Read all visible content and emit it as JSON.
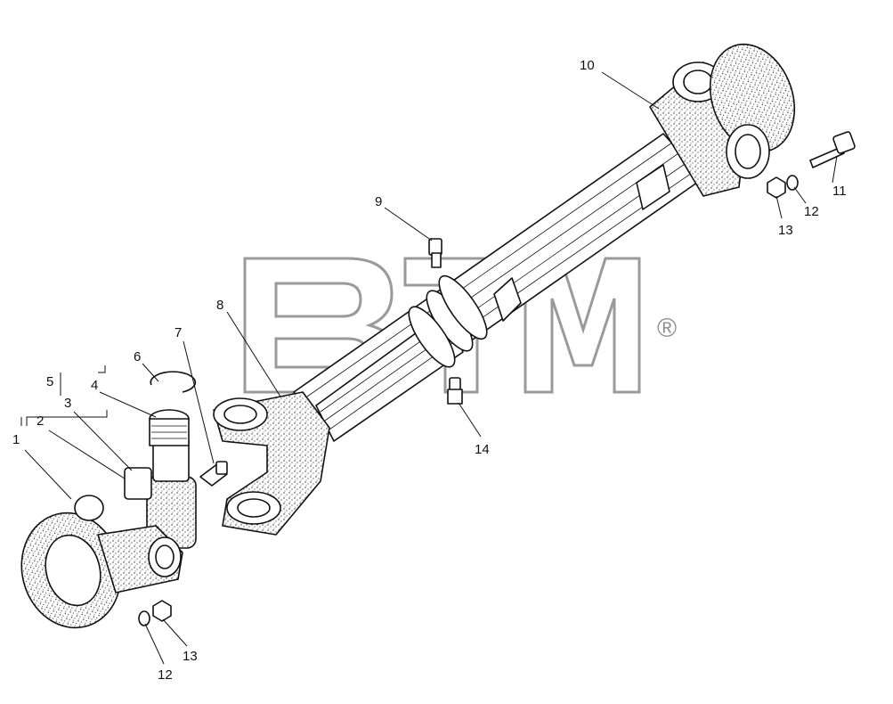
{
  "watermark": {
    "text": "BTM",
    "mark": "®"
  },
  "callouts": [
    {
      "id": "c1",
      "label": "1"
    },
    {
      "id": "c2",
      "label": "2"
    },
    {
      "id": "c3",
      "label": "3"
    },
    {
      "id": "c4",
      "label": "4"
    },
    {
      "id": "c5",
      "label": "5"
    },
    {
      "id": "c6",
      "label": "6"
    },
    {
      "id": "c7",
      "label": "7"
    },
    {
      "id": "c8",
      "label": "8"
    },
    {
      "id": "c9",
      "label": "9"
    },
    {
      "id": "c10",
      "label": "10"
    },
    {
      "id": "c11",
      "label": "11"
    },
    {
      "id": "c12a",
      "label": "12"
    },
    {
      "id": "c13a",
      "label": "13"
    },
    {
      "id": "c14",
      "label": "14"
    },
    {
      "id": "c12b",
      "label": "12"
    },
    {
      "id": "c13b",
      "label": "13"
    }
  ],
  "colors": {
    "ink": "#111111",
    "watermark": "#9a9a9a",
    "paper": "#ffffff"
  }
}
